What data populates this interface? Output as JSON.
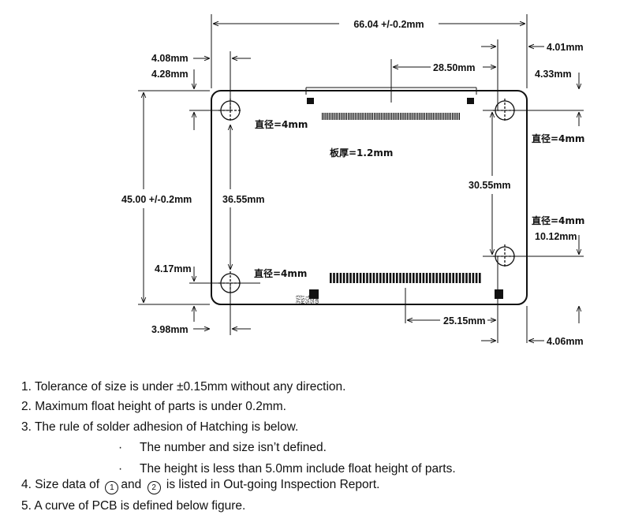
{
  "dimensions": {
    "overall_width": "66.04 +/-0.2mm",
    "overall_height": "45.00 +/-0.2mm",
    "hole_left_offset_top": "4.08mm",
    "hole_top_offset_left": "4.28mm",
    "connector_offset": "28.50mm",
    "hole_right_offset": "4.01mm",
    "hole_top_offset_right": "4.33mm",
    "hole_diameter_1": "直径=4mm",
    "hole_diameter_2": "直径=4mm",
    "hole_diameter_3": "直径=4mm",
    "hole_diameter_4": "直径=4mm",
    "board_thickness": "板厚=1.2mm",
    "left_hole_spacing": "36.55mm",
    "right_hole_spacing": "30.55mm",
    "right_bottom_offset": "10.12mm",
    "left_bottom_offset": "4.17mm",
    "bottom_left_offset": "3.98mm",
    "bottom_connector_offset": "25.15mm",
    "bottom_right_offset": "4.06mm",
    "pin_labels": [
      "3V3",
      "RST",
      "SCL",
      "SDA",
      "GND"
    ]
  },
  "notes": {
    "n1": "1. Tolerance of size is under ±0.15mm without any direction.",
    "n2": "2. Maximum float height of parts is under 0.2mm.",
    "n3": "3. The rule of solder adhesion of Hatching is below.",
    "b1": "The number and size isn’t defined.",
    "b2": "The height is less than 5.0mm include float height of parts.",
    "n4_a": "4. Size data of",
    "circle_1": "1",
    "n4_b": "and",
    "circle_2": "2",
    "n4_c": "is listed in Out-going Inspection Report.",
    "n5": "5. A curve of PCB is defined below figure."
  },
  "bullet_char": "·"
}
